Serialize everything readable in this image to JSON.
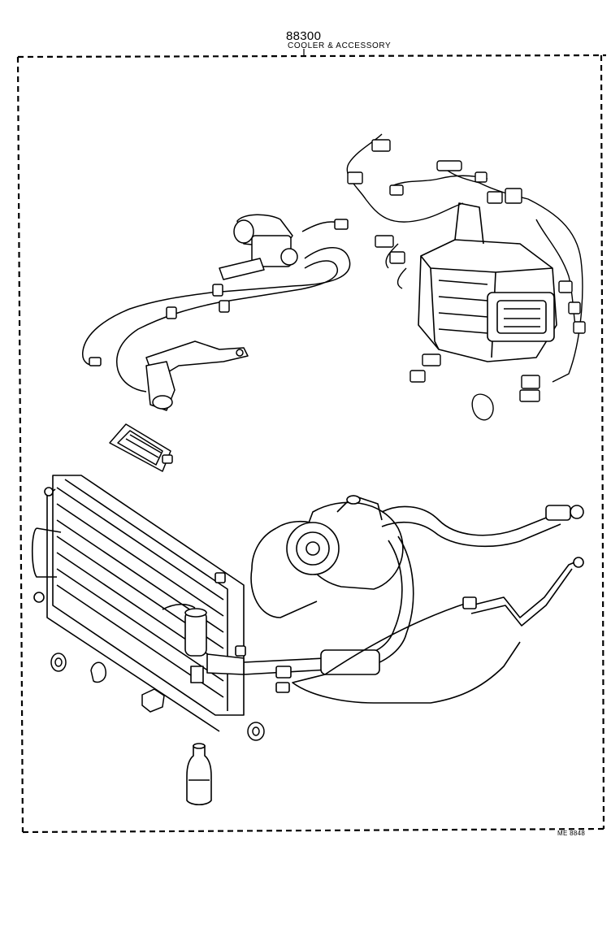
{
  "header": {
    "part_number": "88300",
    "title": "COOLER & ACCESSORY"
  },
  "footer": {
    "reference_code": "ME 8848"
  }
}
